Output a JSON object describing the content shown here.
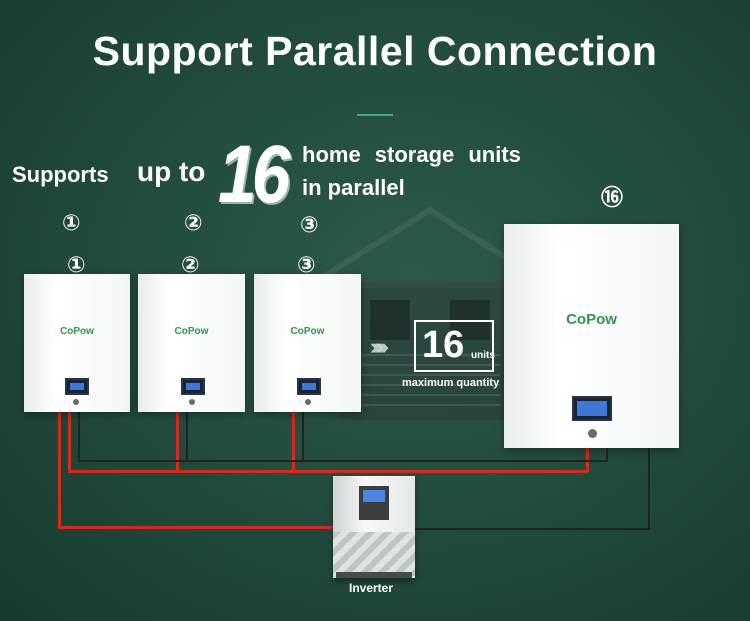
{
  "title": "Support Parallel Connection",
  "headline": {
    "supports": "Supports",
    "up_to": "up to",
    "count": "16",
    "line1": "home storage units",
    "line2": "in parallel"
  },
  "unit_markers": {
    "top_1": "①",
    "top_2": "②",
    "top_3": "③",
    "top_16": "⑯",
    "mid_1": "①",
    "mid_2": "②",
    "mid_3": "③"
  },
  "brand_logo": "CoPow",
  "units_badge": {
    "number": "16",
    "word": "units",
    "caption": "maximum quantity"
  },
  "inverter_label": "Inverter",
  "colors": {
    "background": "#214a3c",
    "brand_green": "#2a9a48",
    "wire_red": "#d42a1f",
    "screen_blue": "#3d78d6"
  }
}
